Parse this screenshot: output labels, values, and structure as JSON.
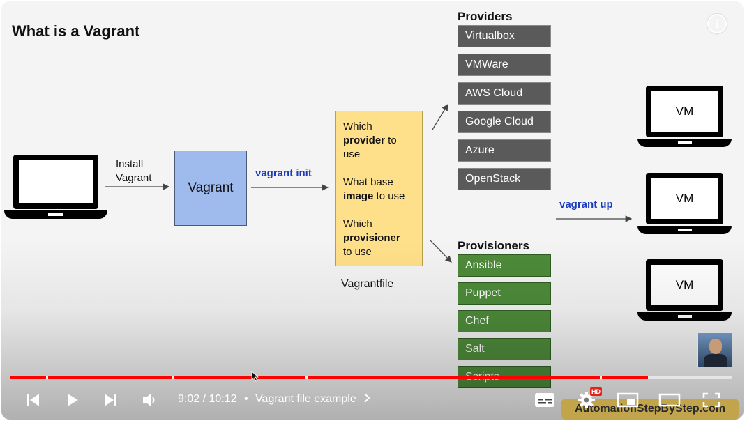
{
  "slide": {
    "title": "What is a Vagrant",
    "install_label_1": "Install",
    "install_label_2": "Vagrant",
    "vagrant_box": "Vagrant",
    "vagrant_init": "vagrant init",
    "vagrantfile": {
      "line1a": "Which",
      "line1b_bold": "provider",
      "line1c": " to use",
      "line2a": "What base",
      "line2b_bold": "image",
      "line2c": " to use",
      "line3a": "Which",
      "line3b_bold": "provisioner",
      "line3c": "to use",
      "caption": "Vagrantfile"
    },
    "providers_heading": "Providers",
    "providers": [
      "Virtualbox",
      "VMWare",
      "AWS Cloud",
      "Google Cloud",
      "Azure",
      "OpenStack"
    ],
    "provisioners_heading": "Provisioners",
    "provisioners": [
      "Ansible",
      "Puppet",
      "Chef",
      "Salt",
      "Scripts"
    ],
    "vagrant_up": "vagrant up",
    "vm_label": "VM",
    "colors": {
      "vagrant_box": "#9fbbee",
      "vagrantfile": "#ffe08a",
      "provider_box": "#5a5a5a",
      "provisioner_box": "#4e8b3a",
      "command_text": "#1a3bbf"
    }
  },
  "player": {
    "current_time": "9:02",
    "duration": "10:12",
    "separator": "/",
    "chapter_dot": "•",
    "chapter_title": "Vagrant file example",
    "progress_fraction": 0.884,
    "quality_badge": "HD",
    "watermark": "AutomationStepByStep.com",
    "accent_color": "#ff0000",
    "icons": {
      "info": "info-icon",
      "prev": "skip-previous-icon",
      "play": "play-icon",
      "next": "skip-next-icon",
      "volume": "volume-icon",
      "chevron": "chevron-right-icon",
      "captions": "captions-icon",
      "settings": "settings-gear-icon",
      "miniplayer": "miniplayer-icon",
      "theater": "theater-mode-icon",
      "fullscreen": "fullscreen-icon"
    }
  }
}
